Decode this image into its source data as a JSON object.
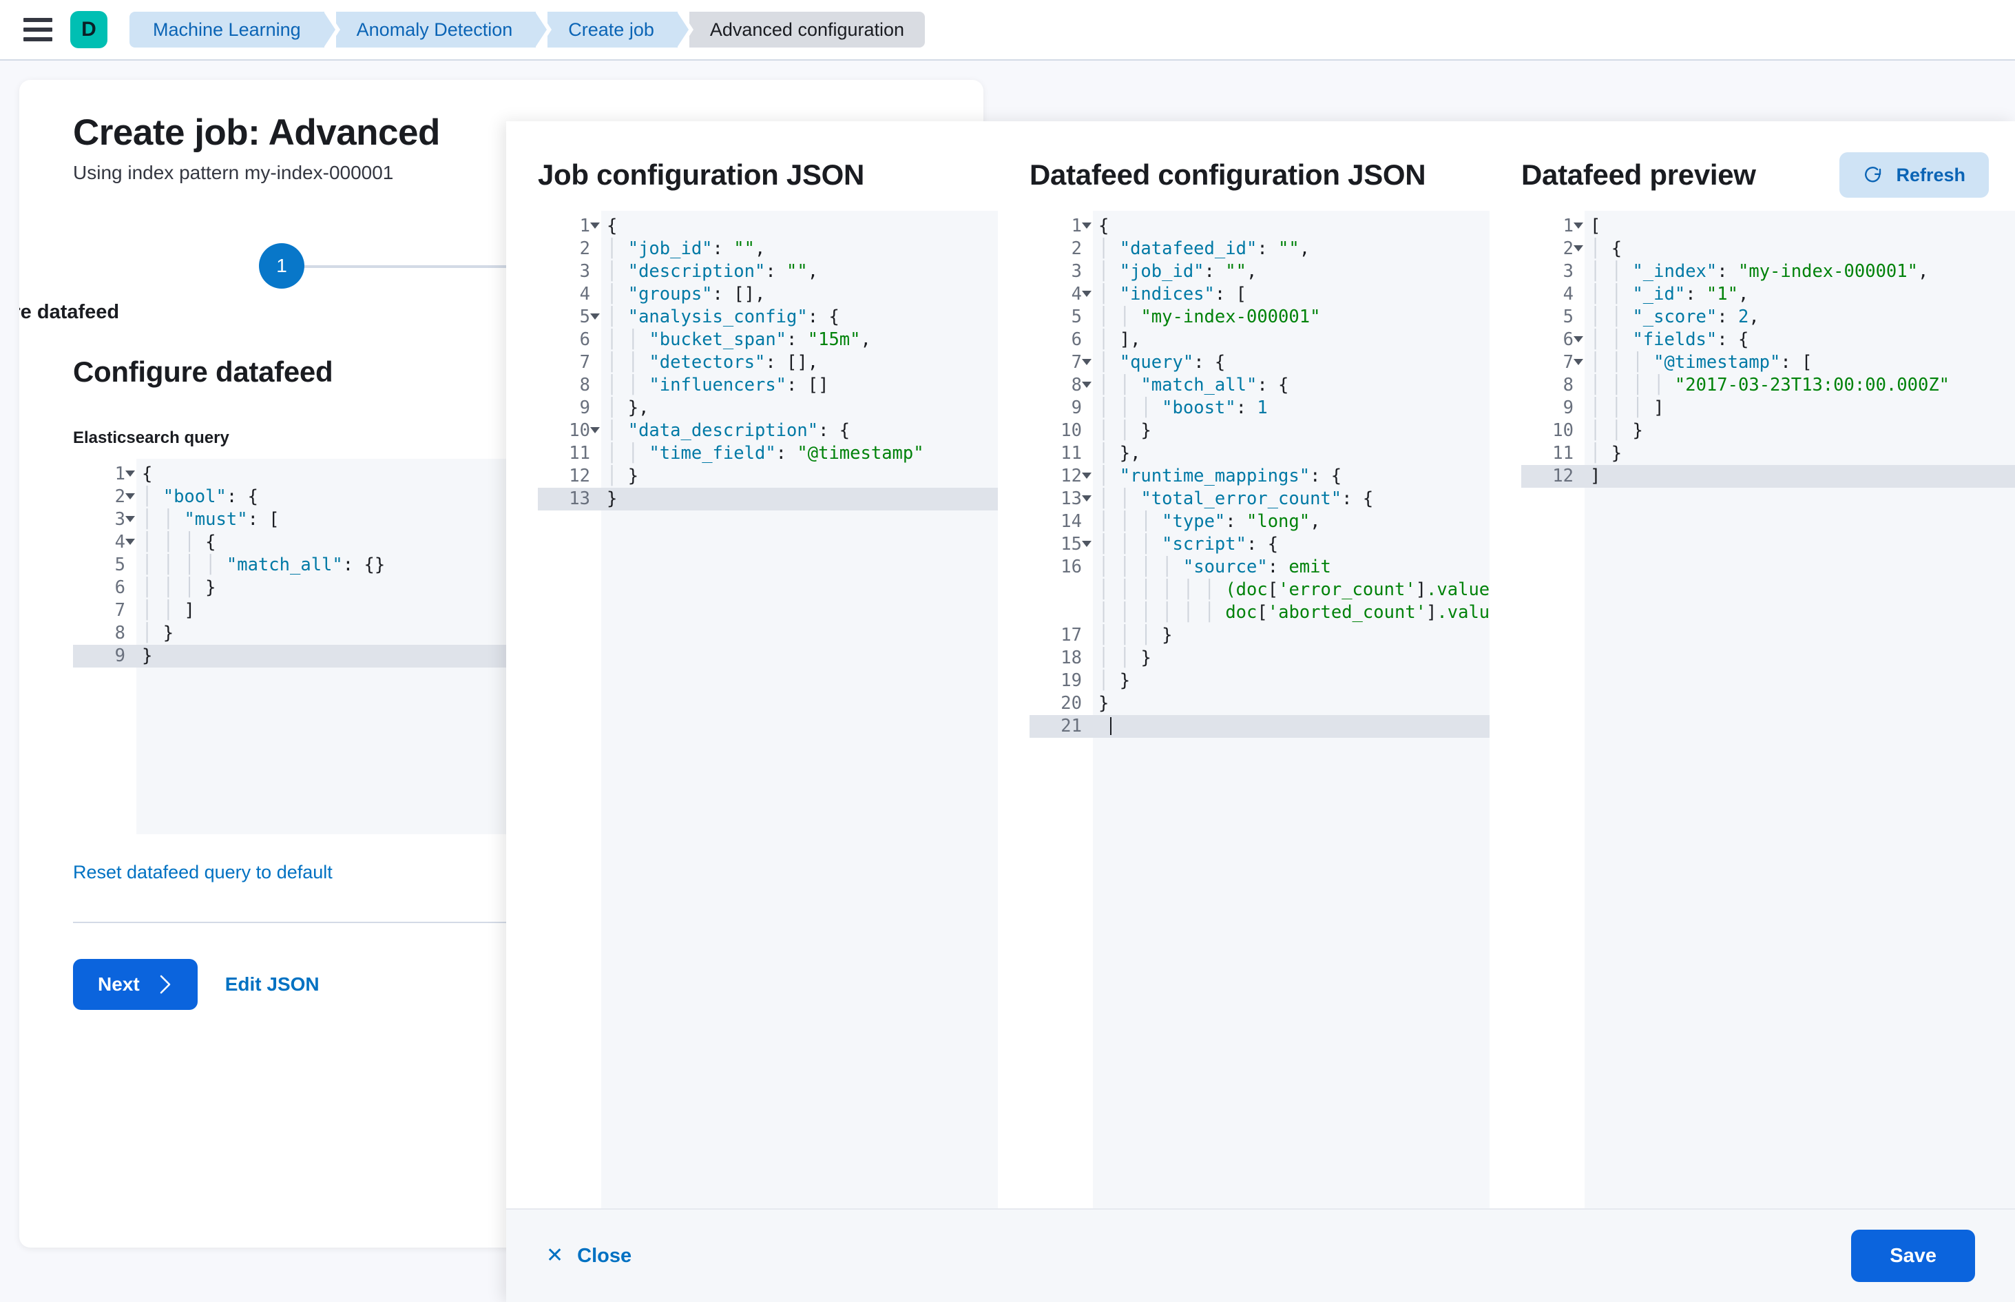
{
  "topbar": {
    "menu_icon": "hamburger-menu-icon",
    "logo_letter": "D",
    "breadcrumbs": [
      {
        "label": "Machine Learning",
        "current": false
      },
      {
        "label": "Anomaly Detection",
        "current": false
      },
      {
        "label": "Create job",
        "current": false
      },
      {
        "label": "Advanced configuration",
        "current": true
      }
    ]
  },
  "wizard": {
    "title": "Create job: Advanced",
    "subtitle": "Using index pattern my-index-000001",
    "step_number": "1",
    "step_label": "Configure datafeed",
    "section_title": "Configure datafeed",
    "query_field_label": "Elasticsearch query",
    "reset_link": "Reset datafeed query to default",
    "next_label": "Next",
    "next_chevron": "chevron-right-icon",
    "edit_json_label": "Edit JSON"
  },
  "es_query_editor": {
    "lines": [
      {
        "n": "1",
        "fold": true,
        "text": "{"
      },
      {
        "n": "2",
        "fold": true,
        "text": "  \"bool\": {"
      },
      {
        "n": "3",
        "fold": true,
        "text": "    \"must\": ["
      },
      {
        "n": "4",
        "fold": true,
        "text": "      {"
      },
      {
        "n": "5",
        "fold": false,
        "text": "        \"match_all\": {}"
      },
      {
        "n": "6",
        "fold": false,
        "text": "      }"
      },
      {
        "n": "7",
        "fold": false,
        "text": "    ]"
      },
      {
        "n": "8",
        "fold": false,
        "text": "  }"
      },
      {
        "n": "9",
        "fold": false,
        "text": "}",
        "active": true
      }
    ]
  },
  "flyout": {
    "close_label": "Close",
    "close_icon": "close-x-icon",
    "save_label": "Save",
    "columns": [
      {
        "title": "Job configuration JSON"
      },
      {
        "title": "Datafeed configuration JSON"
      },
      {
        "title": "Datafeed preview",
        "refresh_label": "Refresh",
        "refresh_icon": "refresh-icon"
      }
    ]
  },
  "job_config_editor": {
    "lines": [
      {
        "n": "1",
        "fold": true,
        "text": "{"
      },
      {
        "n": "2",
        "fold": false,
        "text": "  \"job_id\": \"\","
      },
      {
        "n": "3",
        "fold": false,
        "text": "  \"description\": \"\","
      },
      {
        "n": "4",
        "fold": false,
        "text": "  \"groups\": [],"
      },
      {
        "n": "5",
        "fold": true,
        "text": "  \"analysis_config\": {"
      },
      {
        "n": "6",
        "fold": false,
        "text": "    \"bucket_span\": \"15m\","
      },
      {
        "n": "7",
        "fold": false,
        "text": "    \"detectors\": [],"
      },
      {
        "n": "8",
        "fold": false,
        "text": "    \"influencers\": []"
      },
      {
        "n": "9",
        "fold": false,
        "text": "  },"
      },
      {
        "n": "10",
        "fold": true,
        "text": "  \"data_description\": {"
      },
      {
        "n": "11",
        "fold": false,
        "text": "    \"time_field\": \"@timestamp\""
      },
      {
        "n": "12",
        "fold": false,
        "text": "  }"
      },
      {
        "n": "13",
        "fold": false,
        "text": "}",
        "active": true
      }
    ]
  },
  "datafeed_config_editor": {
    "lines": [
      {
        "n": "1",
        "fold": true,
        "text": "{"
      },
      {
        "n": "2",
        "fold": false,
        "text": "  \"datafeed_id\": \"\","
      },
      {
        "n": "3",
        "fold": false,
        "text": "  \"job_id\": \"\","
      },
      {
        "n": "4",
        "fold": true,
        "text": "  \"indices\": ["
      },
      {
        "n": "5",
        "fold": false,
        "text": "    \"my-index-000001\""
      },
      {
        "n": "6",
        "fold": false,
        "text": "  ],"
      },
      {
        "n": "7",
        "fold": true,
        "text": "  \"query\": {"
      },
      {
        "n": "8",
        "fold": true,
        "text": "    \"match_all\": {"
      },
      {
        "n": "9",
        "fold": false,
        "text": "      \"boost\": 1"
      },
      {
        "n": "10",
        "fold": false,
        "text": "    }"
      },
      {
        "n": "11",
        "fold": false,
        "text": "  },"
      },
      {
        "n": "12",
        "fold": true,
        "text": "  \"runtime_mappings\": {"
      },
      {
        "n": "13",
        "fold": true,
        "text": "    \"total_error_count\": {"
      },
      {
        "n": "14",
        "fold": false,
        "text": "      \"type\": \"long\","
      },
      {
        "n": "15",
        "fold": true,
        "text": "      \"script\": {"
      },
      {
        "n": "16",
        "fold": false,
        "text": "        \"source\": \"emit(doc['error_count'].value + doc['aborted_count'].value)\"",
        "wrapped": [
          "        \"source\": \"emit",
          "            (doc['error_count'].value +",
          "            doc['aborted_count'].value)\""
        ]
      },
      {
        "n": "17",
        "fold": false,
        "text": "      }"
      },
      {
        "n": "18",
        "fold": false,
        "text": "    }"
      },
      {
        "n": "19",
        "fold": false,
        "text": "  }"
      },
      {
        "n": "20",
        "fold": false,
        "text": "}"
      },
      {
        "n": "21",
        "fold": false,
        "text": "",
        "active": true,
        "caret": true
      }
    ]
  },
  "datafeed_preview_editor": {
    "lines": [
      {
        "n": "1",
        "fold": true,
        "text": "["
      },
      {
        "n": "2",
        "fold": true,
        "text": "  {"
      },
      {
        "n": "3",
        "fold": false,
        "text": "    \"_index\": \"my-index-000001\","
      },
      {
        "n": "4",
        "fold": false,
        "text": "    \"_id\": \"1\","
      },
      {
        "n": "5",
        "fold": false,
        "text": "    \"_score\": 2,"
      },
      {
        "n": "6",
        "fold": true,
        "text": "    \"fields\": {"
      },
      {
        "n": "7",
        "fold": true,
        "text": "      \"@timestamp\": ["
      },
      {
        "n": "8",
        "fold": false,
        "text": "        \"2017-03-23T13:00:00.000Z\""
      },
      {
        "n": "9",
        "fold": false,
        "text": "      ]"
      },
      {
        "n": "10",
        "fold": false,
        "text": "    }"
      },
      {
        "n": "11",
        "fold": false,
        "text": "  }"
      },
      {
        "n": "12",
        "fold": false,
        "text": "]",
        "active": true
      }
    ]
  },
  "colors": {
    "accent_blue": "#0b64dd",
    "link_blue": "#0071c2",
    "brand_teal": "#00bfb3",
    "json_key": "#0079a5",
    "json_string": "#00820a"
  }
}
